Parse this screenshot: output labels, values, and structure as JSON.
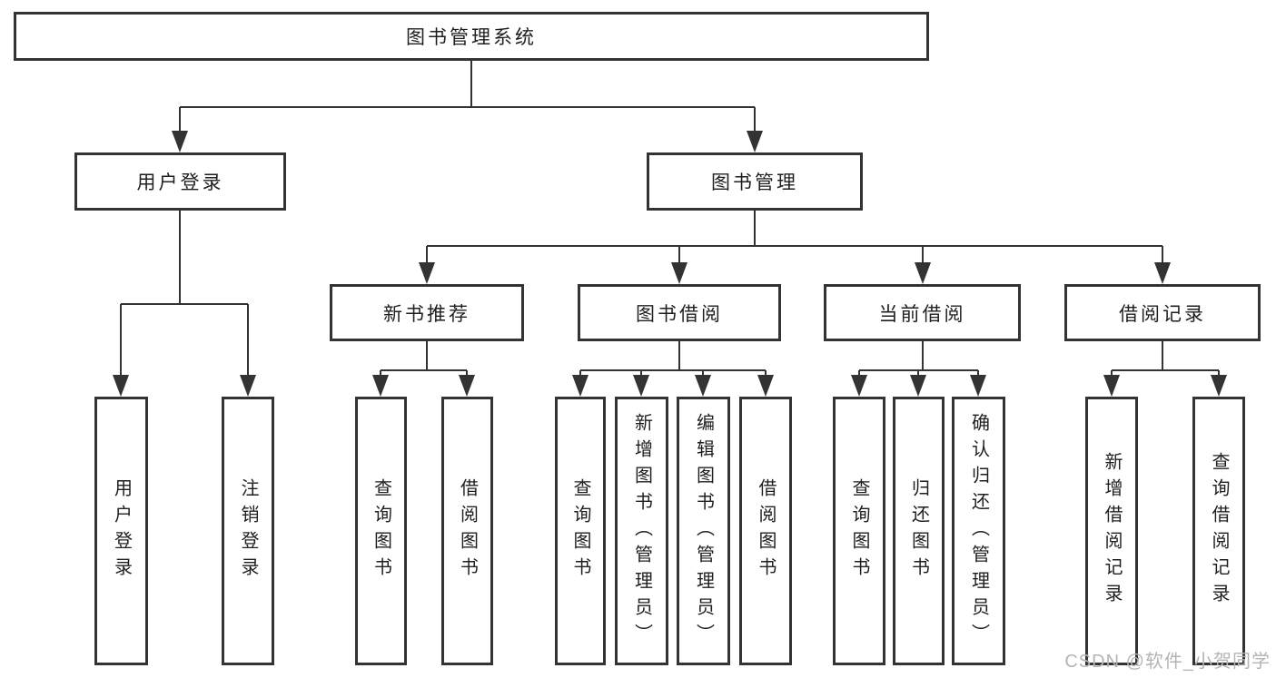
{
  "tree": {
    "label": "图书管理系统",
    "children": [
      {
        "label": "用户登录",
        "children": [
          {
            "label": "用户登录"
          },
          {
            "label": "注销登录"
          }
        ]
      },
      {
        "label": "图书管理",
        "children": [
          {
            "label": "新书推荐",
            "children": [
              {
                "label": "查询图书"
              },
              {
                "label": "借阅图书"
              }
            ]
          },
          {
            "label": "图书借阅",
            "children": [
              {
                "label": "查询图书"
              },
              {
                "label": "新增图书（管理员）"
              },
              {
                "label": "编辑图书（管理员）"
              },
              {
                "label": "借阅图书"
              }
            ]
          },
          {
            "label": "当前借阅",
            "children": [
              {
                "label": "查询图书"
              },
              {
                "label": "归还图书"
              },
              {
                "label": "确认归还（管理员）"
              }
            ]
          },
          {
            "label": "借阅记录",
            "children": [
              {
                "label": "新增借阅记录"
              },
              {
                "label": "查询借阅记录"
              }
            ]
          }
        ]
      }
    ]
  },
  "watermark": {
    "text": "CSDN @软件_小贺同学",
    "color": "#b4b4b4"
  },
  "colors": {
    "line": "#333333",
    "background": "#ffffff",
    "text": "#1f1f1f"
  }
}
